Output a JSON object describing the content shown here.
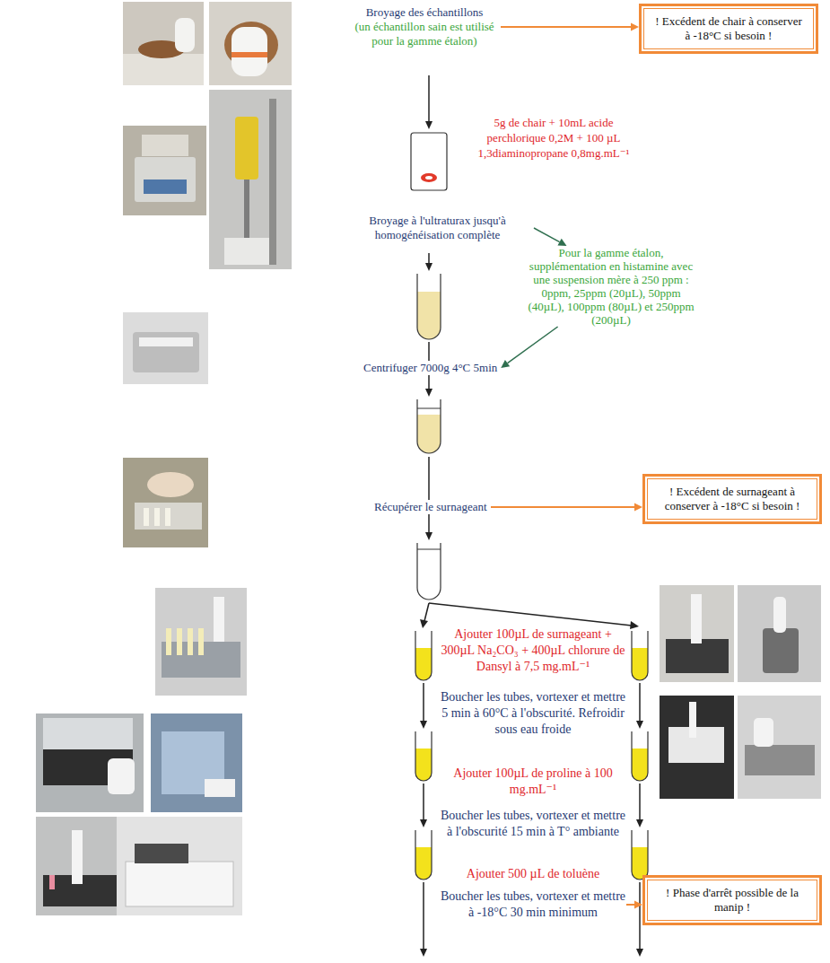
{
  "diagram": {
    "nodes": [
      {
        "text": [
          "Broyage des échantillons",
          "(un échantillon sain est utilisé pour la gamme étalon)"
        ]
      },
      {
        "text": [
          "! Excédent de chair à conserver à -18°C si besoin !"
        ]
      },
      {
        "text": [
          "5g de chair + 10mL acide perchlorique 0,2M + 100 µL 1,3diaminopropane 0,8mg.mL⁻¹"
        ]
      },
      {
        "text": [
          "Broyage à l'ultraturax jusqu'à homogénéisation complète"
        ]
      },
      {
        "text": [
          "Pour la gamme étalon, supplémentation en histamine avec une suspension mère à 250 ppm : 0ppm, 25ppm (20µL), 50ppm (40µL), 100ppm (80µL) et 250ppm (200µL)"
        ]
      },
      {
        "text": [
          "Centrifuger 7000g 4°C 5min"
        ]
      },
      {
        "text": [
          "Récupérer le surnageant"
        ]
      },
      {
        "text": [
          "! Excédent de surnageant à conserver à -18°C si besoin !"
        ]
      },
      {
        "text": [
          "Ajouter 100µL de surnageant + 300µL Na₂CO₃ + 400µL chlorure de Dansyl à 7,5 mg.mL⁻¹"
        ]
      },
      {
        "text": [
          "Boucher les tubes, vortexer et mettre 5 min à 60°C à l'obscurité. Refroidir sous eau froide"
        ]
      },
      {
        "text": [
          "Ajouter 100µL de proline à 100 mg.mL⁻¹"
        ]
      },
      {
        "text": [
          "Boucher les tubes, vortexer et mettre à l'obscurité 15 min à T° ambiante"
        ]
      },
      {
        "text": [
          "Ajouter 500 µL de toluène"
        ]
      },
      {
        "text": [
          "Boucher les tubes, vortexer et mettre à -18°C 30 min minimum"
        ]
      },
      {
        "text": [
          "! Phase d'arrêt possible de la manip !"
        ]
      }
    ],
    "edges": [
      {
        "from": 0,
        "to": 1,
        "arrow": "to"
      },
      {
        "from": 3,
        "to": 4,
        "arrow": "to"
      },
      {
        "from": 4,
        "to": 5,
        "arrow": "to"
      },
      {
        "from": 6,
        "to": 7,
        "arrow": "to"
      },
      {
        "from": 13,
        "to": 14,
        "arrow": "to"
      }
    ]
  }
}
